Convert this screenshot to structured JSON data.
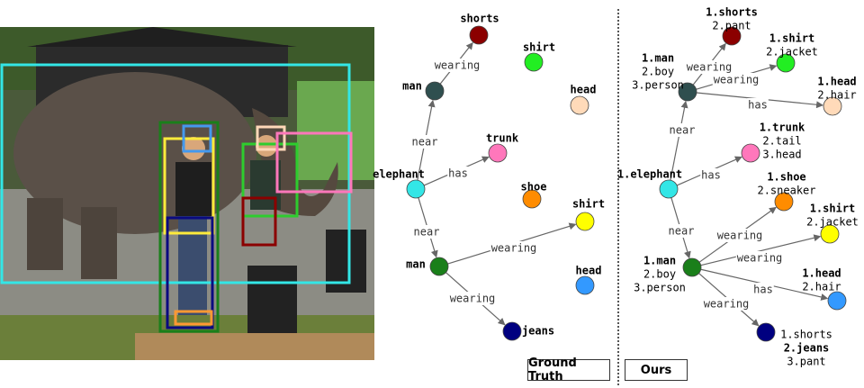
{
  "photo": {
    "caption_boxes": [
      {
        "name": "elephant",
        "color": "#33e6e6"
      },
      {
        "name": "man",
        "color": "#1a7f1a"
      },
      {
        "name": "man",
        "color": "#2ecc2e"
      },
      {
        "name": "shirt",
        "color": "#ffeb3b"
      },
      {
        "name": "jeans",
        "color": "#0a0a80"
      },
      {
        "name": "shoe",
        "color": "#ff9933"
      },
      {
        "name": "head",
        "color": "#4499ee"
      },
      {
        "name": "head",
        "color": "#ffd8b8"
      },
      {
        "name": "trunk",
        "color": "#ff77bb"
      },
      {
        "name": "shorts",
        "color": "#8b0000"
      }
    ]
  },
  "ground_truth": {
    "caption": "Ground Truth",
    "nodes": [
      {
        "id": "shorts",
        "label": "shorts",
        "color": "#8b0000"
      },
      {
        "id": "shirt1",
        "label": "shirt",
        "color": "#22ee22"
      },
      {
        "id": "man1",
        "label": "man",
        "color": "#2f4f4f"
      },
      {
        "id": "head1",
        "label": "head",
        "color": "#ffdab9"
      },
      {
        "id": "trunk",
        "label": "trunk",
        "color": "#ff77bb"
      },
      {
        "id": "elephant",
        "label": "elephant",
        "color": "#33e6e6"
      },
      {
        "id": "shoe",
        "label": "shoe",
        "color": "#ff8c00"
      },
      {
        "id": "shirt2",
        "label": "shirt",
        "color": "#ffff00"
      },
      {
        "id": "man2",
        "label": "man",
        "color": "#1a7f1a"
      },
      {
        "id": "head2",
        "label": "head",
        "color": "#3399ff"
      },
      {
        "id": "jeans",
        "label": "jeans",
        "color": "#000080"
      }
    ],
    "edges": [
      {
        "from": "man1",
        "to": "shorts",
        "label": "wearing"
      },
      {
        "from": "elephant",
        "to": "man1",
        "label": "near"
      },
      {
        "from": "elephant",
        "to": "trunk",
        "label": "has"
      },
      {
        "from": "elephant",
        "to": "man2",
        "label": "near"
      },
      {
        "from": "man2",
        "to": "shirt2",
        "label": "wearing"
      },
      {
        "from": "man2",
        "to": "jeans",
        "label": "wearing"
      }
    ]
  },
  "ours": {
    "caption": "Ours",
    "nodes": [
      {
        "id": "shorts",
        "lines": [
          "1.shorts",
          "2.pant"
        ],
        "color": "#8b0000"
      },
      {
        "id": "shirt1",
        "lines": [
          "1.shirt",
          "2.jacket"
        ],
        "color": "#22ee22"
      },
      {
        "id": "man1",
        "lines": [
          "1.man",
          "2.boy",
          "3.person"
        ],
        "color": "#2f4f4f"
      },
      {
        "id": "head1",
        "lines": [
          "1.head",
          "2.hair"
        ],
        "color": "#ffdab9"
      },
      {
        "id": "trunk",
        "lines": [
          "1.trunk",
          "2.tail",
          "3.head"
        ],
        "color": "#ff77bb"
      },
      {
        "id": "elephant",
        "lines": [
          "1.elephant"
        ],
        "color": "#33e6e6"
      },
      {
        "id": "shoe",
        "lines": [
          "1.shoe",
          "2.sneaker"
        ],
        "color": "#ff8c00"
      },
      {
        "id": "shirt2",
        "lines": [
          "1.shirt",
          "2.jacket"
        ],
        "color": "#ffff00"
      },
      {
        "id": "man2",
        "lines": [
          "1.man",
          "2.boy",
          "3.person"
        ],
        "color": "#1a7f1a"
      },
      {
        "id": "head2",
        "lines": [
          "1.head",
          "2.hair"
        ],
        "color": "#3399ff"
      },
      {
        "id": "jeans",
        "lines": [
          "1.shorts",
          "2.jeans",
          "3.pant"
        ],
        "bold_line": 1,
        "color": "#000080"
      }
    ],
    "edges": [
      {
        "from": "man1",
        "to": "shorts",
        "label": "wearing"
      },
      {
        "from": "man1",
        "to": "shirt1",
        "label": "wearing"
      },
      {
        "from": "man1",
        "to": "head1",
        "label": "has"
      },
      {
        "from": "elephant",
        "to": "man1",
        "label": "near"
      },
      {
        "from": "elephant",
        "to": "trunk",
        "label": "has"
      },
      {
        "from": "elephant",
        "to": "man2",
        "label": "near"
      },
      {
        "from": "man2",
        "to": "shoe",
        "label": "wearing"
      },
      {
        "from": "man2",
        "to": "shirt2",
        "label": "wearing"
      },
      {
        "from": "man2",
        "to": "head2",
        "label": "has"
      },
      {
        "from": "man2",
        "to": "jeans",
        "label": "wearing"
      }
    ]
  }
}
